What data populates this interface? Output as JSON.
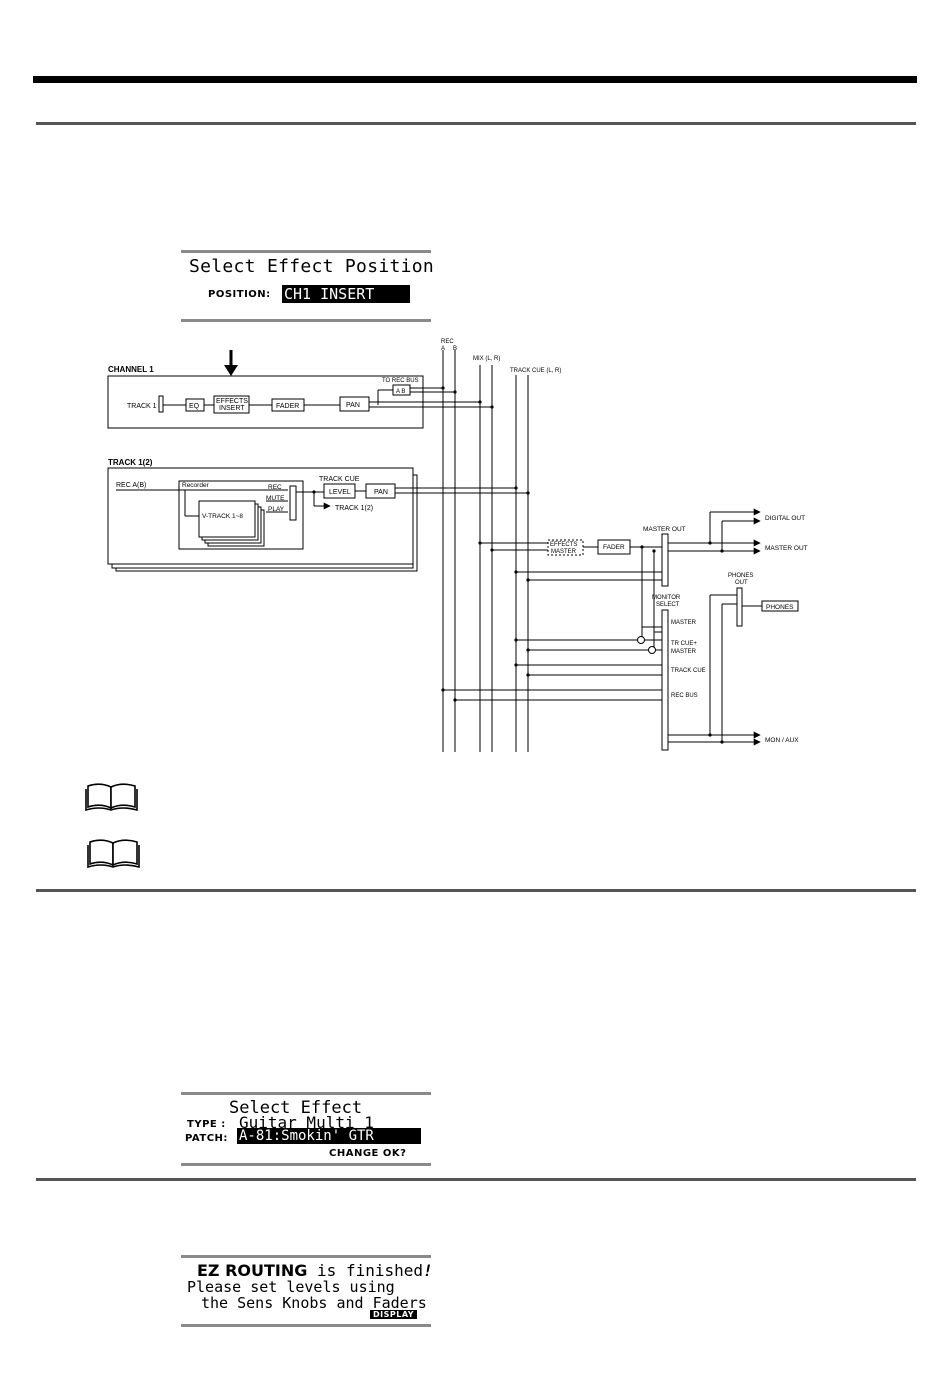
{
  "lcd1": {
    "line1": "Select Effect Position",
    "position_label": "POSITION:",
    "position_value": "CH1 INSERT"
  },
  "diagram": {
    "channel1_title": "CHANNEL 1",
    "track1_label": "TRACK 1",
    "eq": "EQ",
    "effects_insert_1": "EFFECTS",
    "effects_insert_2": "INSERT",
    "fader": "FADER",
    "pan": "PAN",
    "to_rec_bus": "TO REC BUS",
    "ab": "A B",
    "track12_title": "TRACK 1(2)",
    "rec_ab": "REC A(B)",
    "recorder": "Recorder",
    "rec": "REC",
    "mute": "MUTE",
    "play": "PLAY",
    "vtrack": "V-TRACK 1~8",
    "track_cue": "TRACK CUE",
    "level": "LEVEL",
    "pan2": "PAN",
    "track12_out": "TRACK 1(2)",
    "rec_bus_top": "REC",
    "rec_a": "A",
    "rec_b": "B",
    "mix_lr": "MIX (L, R)",
    "track_cue_lr": "TRACK CUE (L, R)",
    "effects_master_1": "EFFECTS",
    "effects_master_2": "MASTER",
    "fader2": "FADER",
    "master_out_top": "MASTER OUT",
    "digital_out": "DIGITAL OUT",
    "master_out": "MASTER OUT",
    "phones_out_1": "PHONES",
    "phones_out_2": "OUT",
    "phones": "PHONES",
    "monitor_select_1": "MONITOR",
    "monitor_select_2": "SELECT",
    "sel_master": "MASTER",
    "sel_trcue_1": "TR CUE+",
    "sel_trcue_2": "MASTER",
    "sel_track_cue": "TRACK CUE",
    "sel_rec_bus": "REC BUS",
    "mon_aux": "MON / AUX"
  },
  "lcd2": {
    "line1": "Select Effect",
    "type_label": "TYPE :",
    "type_value": "Guitar Multi 1",
    "patch_label": "PATCH:",
    "patch_value": "A-81:Smokin' GTR",
    "change_ok": "CHANGE OK?"
  },
  "lcd3": {
    "ez_routing": "EZ ROUTING",
    "finished": " is finished",
    "exclaim": "!",
    "line2": "Please set levels using",
    "line3": "the Sens Knobs and Faders",
    "display_btn": "DISPLAY"
  }
}
